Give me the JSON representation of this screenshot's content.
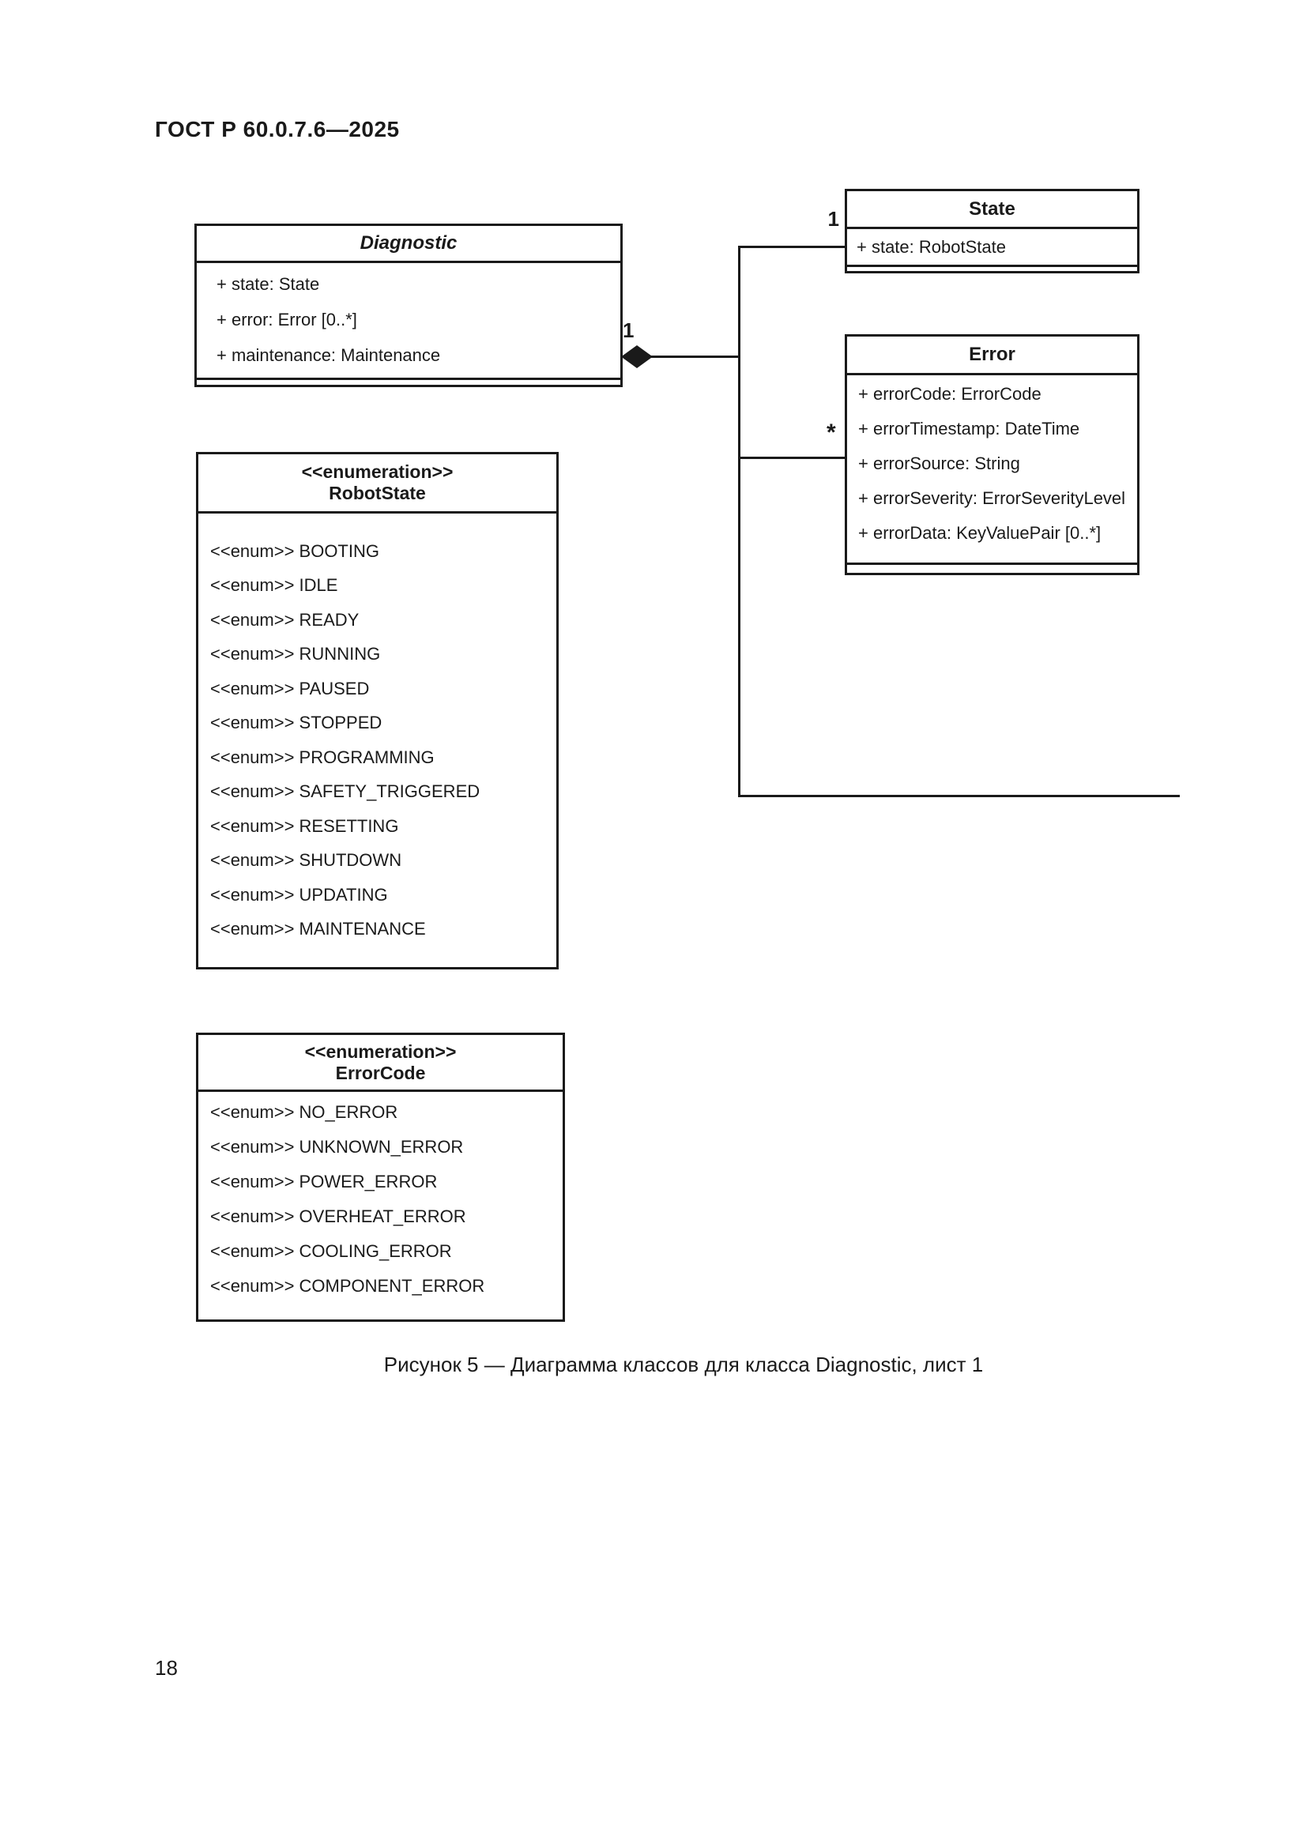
{
  "page": {
    "header": "ГОСТ Р 60.0.7.6—2025",
    "caption": "Рисунок 5 — Диаграмма классов для класса Diagnostic, лист 1",
    "page_number": "18"
  },
  "diagram": {
    "classes": {
      "diagnostic": {
        "name": "Diagnostic",
        "attributes": [
          "+ state: State",
          "+ error: Error [0..*]",
          "+ maintenance: Maintenance"
        ]
      },
      "state": {
        "name": "State",
        "attributes": [
          "+ state: RobotState"
        ]
      },
      "error": {
        "name": "Error",
        "attributes": [
          "+ errorCode: ErrorCode",
          "+ errorTimestamp: DateTime",
          "+ errorSource: String",
          "+ errorSeverity: ErrorSeverityLevel",
          "+ errorData: KeyValuePair [0..*]"
        ]
      }
    },
    "enumerations": {
      "robotstate": {
        "stereotype": "<<enumeration>>",
        "name": "RobotState",
        "items": [
          "<<enum>> BOOTING",
          "<<enum>> IDLE",
          "<<enum>> READY",
          "<<enum>> RUNNING",
          "<<enum>> PAUSED",
          "<<enum>> STOPPED",
          "<<enum>> PROGRAMMING",
          "<<enum>> SAFETY_TRIGGERED",
          "<<enum>> RESETTING",
          "<<enum>> SHUTDOWN",
          "<<enum>> UPDATING",
          "<<enum>> MAINTENANCE"
        ]
      },
      "errorcode": {
        "stereotype": "<<enumeration>>",
        "name": "ErrorCode",
        "items": [
          "<<enum>> NO_ERROR",
          "<<enum>> UNKNOWN_ERROR",
          "<<enum>> POWER_ERROR",
          "<<enum>> OVERHEAT_ERROR",
          "<<enum>> COOLING_ERROR",
          "<<enum>> COMPONENT_ERROR"
        ]
      }
    },
    "multiplicities": {
      "diagnostic_end": "1",
      "state_end": "1",
      "error_end": "*"
    },
    "colors": {
      "line": "#1a1a1a",
      "background": "#ffffff"
    }
  }
}
